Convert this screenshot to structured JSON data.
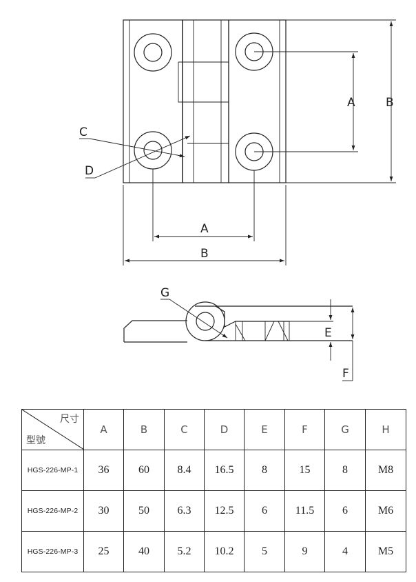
{
  "labels": {
    "a_right": "A",
    "b_right": "B",
    "a_bottom": "A",
    "b_bottom": "B",
    "c": "C",
    "d": "D",
    "e": "E",
    "f": "F",
    "g": "G"
  },
  "table": {
    "corner_top": "尺寸",
    "corner_bottom": "型號",
    "headers": [
      "A",
      "B",
      "C",
      "D",
      "E",
      "F",
      "G",
      "H"
    ],
    "rows": [
      {
        "model": "HGS-226-MP-1",
        "values": [
          "36",
          "60",
          "8.4",
          "16.5",
          "8",
          "15",
          "8",
          "M8"
        ]
      },
      {
        "model": "HGS-226-MP-2",
        "values": [
          "30",
          "50",
          "6.3",
          "12.5",
          "6",
          "11.5",
          "6",
          "M6"
        ]
      },
      {
        "model": "HGS-226-MP-3",
        "values": [
          "25",
          "40",
          "5.2",
          "10.2",
          "5",
          "9",
          "4",
          "M5"
        ]
      }
    ]
  }
}
